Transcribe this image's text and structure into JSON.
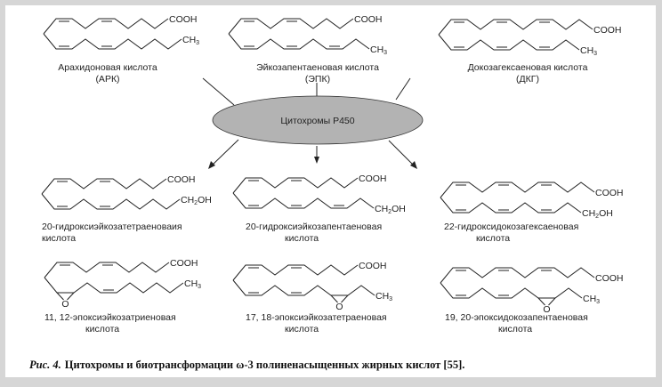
{
  "enzyme": "Цитохромы P450",
  "colors": {
    "ellipse_fill": "#b3b3b3",
    "line": "#222222",
    "frame": "#d6d6d6"
  },
  "groups": {
    "cooh": "COOH",
    "ch3": "CH",
    "ch3_sub": "3",
    "ch2oh_a": "CH",
    "ch2oh_sub": "2",
    "ch2oh_b": "OH",
    "o": "O"
  },
  "sources": [
    {
      "name": "Арахидоновая кислота",
      "abbr": "(АРК)"
    },
    {
      "name": "Эйкозапентаеновая кислота",
      "abbr": "(ЭПК)"
    },
    {
      "name": "Докозагексаеновая кислота",
      "abbr": "(ДКГ)"
    }
  ],
  "hydroxy": [
    {
      "line1": "20-гидроксиэйкозатетраеноваия",
      "line2": "кислота"
    },
    {
      "line1": "20-гидроксиэйкозапентаеновая",
      "line2": "кислота"
    },
    {
      "line1": "22-гидроксидокозагексаеновая",
      "line2": "кислота"
    }
  ],
  "epoxy": [
    {
      "line1": "11, 12-эпоксиэйкозатриеновая",
      "line2": "кислота"
    },
    {
      "line1": "17, 18-эпоксиэйкозатетраеновая",
      "line2": "кислота"
    },
    {
      "line1": "19, 20-эпоксидокозапентаеновая",
      "line2": "кислота"
    }
  ],
  "caption": {
    "fig": "Рис. 4.",
    "text": "Цитохромы и биотрансформации ω-3  полиненасыщенных жирных кислот [55]."
  }
}
